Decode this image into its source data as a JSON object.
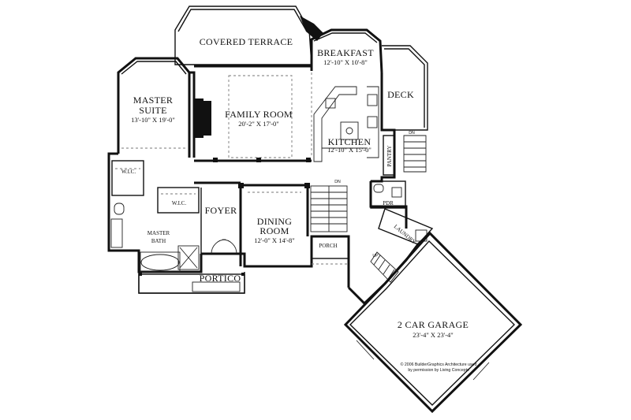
{
  "rooms": {
    "covered_terrace": {
      "name": "COVERED TERRACE"
    },
    "breakfast": {
      "name": "BREAKFAST",
      "dims": "12'-10\" X 10'-8\""
    },
    "deck": {
      "name": "DECK"
    },
    "master_suite": {
      "name_line1": "MASTER",
      "name_line2": "SUITE",
      "dims": "13'-10\" X 19'-0\""
    },
    "family_room": {
      "name": "FAMILY ROOM",
      "dims": "20'-2\" X 17'-0\""
    },
    "kitchen": {
      "name": "KITCHEN",
      "dims": "12'-10\" X 15'-0\""
    },
    "pantry": {
      "name": "PANTRY"
    },
    "wic_1": {
      "name": "W.I.C."
    },
    "wic_2": {
      "name": "W.I.C."
    },
    "foyer": {
      "name": "FOYER"
    },
    "dining_room": {
      "name_line1": "DINING",
      "name_line2": "ROOM",
      "dims": "12'-0\" X 14'-8\""
    },
    "pdr": {
      "name": "PDR"
    },
    "laundry": {
      "name": "LAUNDRY"
    },
    "master_bath": {
      "name_line1": "MASTER",
      "name_line2": "BATH"
    },
    "porch": {
      "name": "PORCH"
    },
    "portico": {
      "name": "PORTICO"
    },
    "garage": {
      "name": "2 CAR GARAGE",
      "dims": "23'-4\" X 23'-4\""
    }
  },
  "stair_labels": {
    "dn_main": "DN",
    "dn_deck": "DN",
    "up_garage": "UP"
  },
  "copyright": {
    "line1": "© 2006 BuilderGraphics Architecture used",
    "line2": "by permission by Living Concepts"
  }
}
